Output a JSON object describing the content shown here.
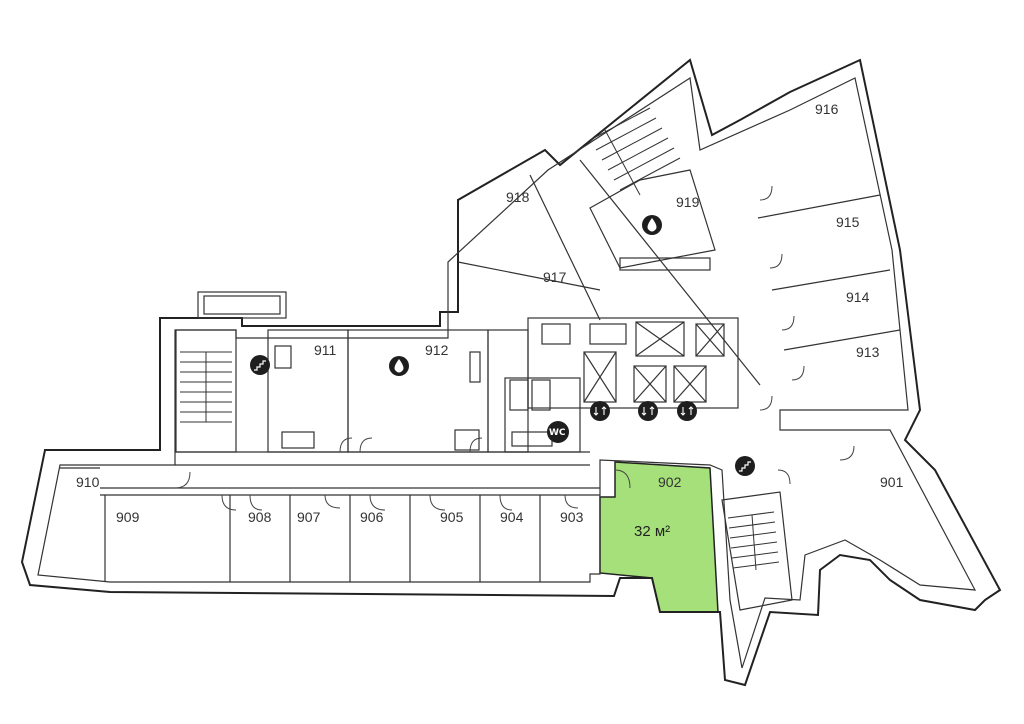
{
  "rooms": [
    {
      "id": "901",
      "label": "901"
    },
    {
      "id": "902",
      "label": "902",
      "area": "32 м²",
      "highlight": "#a6e07a"
    },
    {
      "id": "903",
      "label": "903"
    },
    {
      "id": "904",
      "label": "904"
    },
    {
      "id": "905",
      "label": "905"
    },
    {
      "id": "906",
      "label": "906"
    },
    {
      "id": "907",
      "label": "907"
    },
    {
      "id": "908",
      "label": "908"
    },
    {
      "id": "909",
      "label": "909"
    },
    {
      "id": "910",
      "label": "910"
    },
    {
      "id": "911",
      "label": "911"
    },
    {
      "id": "912",
      "label": "912"
    },
    {
      "id": "913",
      "label": "913"
    },
    {
      "id": "914",
      "label": "914"
    },
    {
      "id": "915",
      "label": "915"
    },
    {
      "id": "916",
      "label": "916"
    },
    {
      "id": "917",
      "label": "917"
    },
    {
      "id": "918",
      "label": "918"
    },
    {
      "id": "919",
      "label": "919"
    }
  ],
  "icons": {
    "wc": "WC",
    "stairs_icon": "stairs-icon",
    "water_icon": "water-drop-icon",
    "elevator_icon": "elevator-icon"
  },
  "colors": {
    "wall": "#222222",
    "highlight": "#a6e07a",
    "icon": "#1e1e1e"
  }
}
